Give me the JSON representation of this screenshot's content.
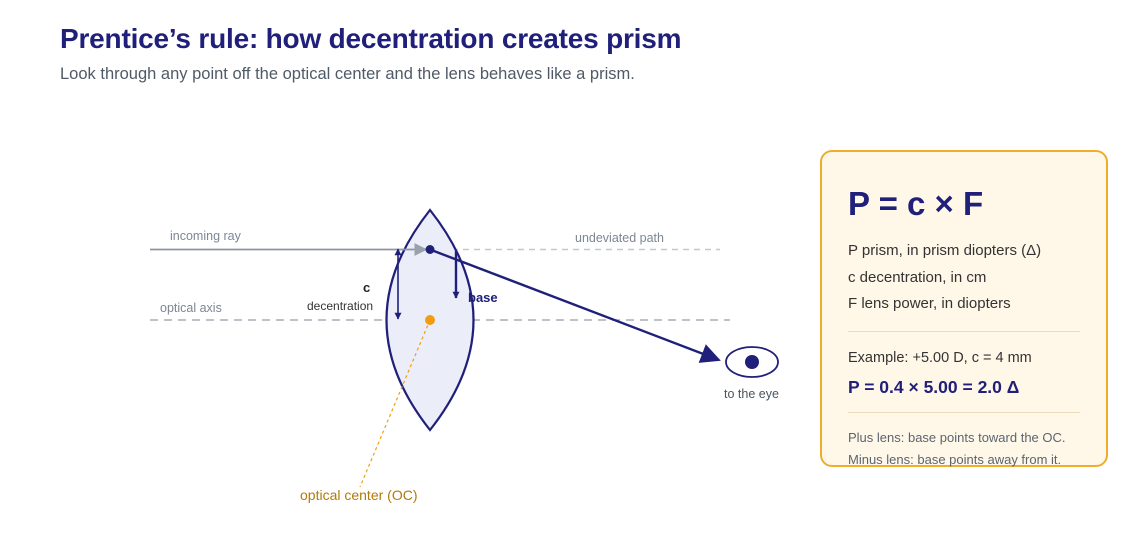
{
  "header": {
    "title": "Prentice’s rule: how decentration creates prism",
    "subtitle": "Look through any point off the optical center and the lens behaves like a prism."
  },
  "diagram": {
    "labels": {
      "incoming_ray": "incoming ray",
      "undeviated_path": "undeviated path",
      "optical_axis": "optical axis",
      "c": "c",
      "decentration": "decentration",
      "base": "base",
      "to_the_eye": "to the eye",
      "optical_center": "optical center (OC)"
    },
    "colors": {
      "navy": "#20207a",
      "lens_fill": "#ebedf9",
      "oc_orange": "#f39c12",
      "ray_gray": "#8e96a3",
      "dashed_gray": "#c3c7cf"
    }
  },
  "card": {
    "formula": "P = c × F",
    "definitions": [
      "P prism, in prism diopters (Δ)",
      "c decentration, in cm",
      "F lens power, in diopters"
    ],
    "example_label": "Example: +5.00 D, c = 4 mm",
    "example_result": "P = 0.4 × 5.00 = 2.0 Δ",
    "notes": [
      "Plus lens: base points toward the OC.",
      "Minus lens: base points away from it."
    ],
    "colors": {
      "border": "#efad2e",
      "background": "#fff7e8"
    }
  }
}
